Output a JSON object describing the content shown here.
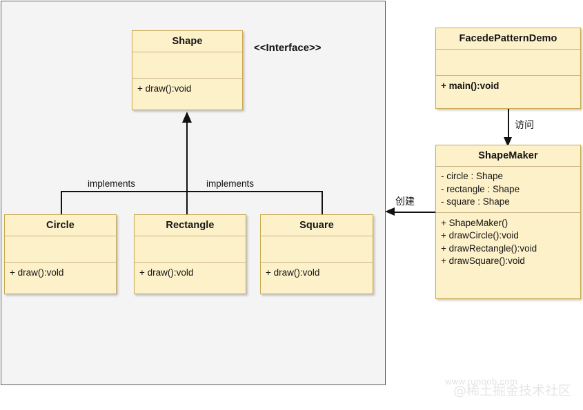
{
  "diagram": {
    "title": "Facade Pattern UML Class Diagram",
    "colors": {
      "box_fill": "#fdf1c9",
      "box_border": "#c9a94f",
      "panel_fill": "#f4f4f4",
      "panel_border": "#555a60",
      "line": "#111215",
      "text": "#141414"
    },
    "stereotype_interface": "<<Interface>>",
    "classes": {
      "shape": {
        "name": "Shape",
        "attributes": [],
        "operations": [
          "+ draw():void"
        ]
      },
      "circle": {
        "name": "Circle",
        "attributes": [],
        "operations": [
          "+ draw():vold"
        ]
      },
      "rectangle": {
        "name": "Rectangle",
        "attributes": [],
        "operations": [
          "+ draw():vold"
        ]
      },
      "square": {
        "name": "Square",
        "attributes": [],
        "operations": [
          "+ draw():vold"
        ]
      },
      "demo": {
        "name": "FacedePatternDemo",
        "attributes": [],
        "operations": [
          "+ main():void"
        ]
      },
      "shapemaker": {
        "name": "ShapeMaker",
        "attributes": [
          "- circle : Shape",
          "- rectangle : Shape",
          "- square : Shape"
        ],
        "operations": [
          "+ ShapeMaker()",
          "+ drawCircle():void",
          "+ drawRectangle():void",
          "+ drawSquare():void"
        ]
      }
    },
    "relations": {
      "implements_left": "implements",
      "implements_right": "implements",
      "visits": "访问",
      "creates": "创建"
    }
  },
  "watermarks": {
    "site": "www.runoob.com",
    "community": "@稀土掘金技术社区"
  }
}
